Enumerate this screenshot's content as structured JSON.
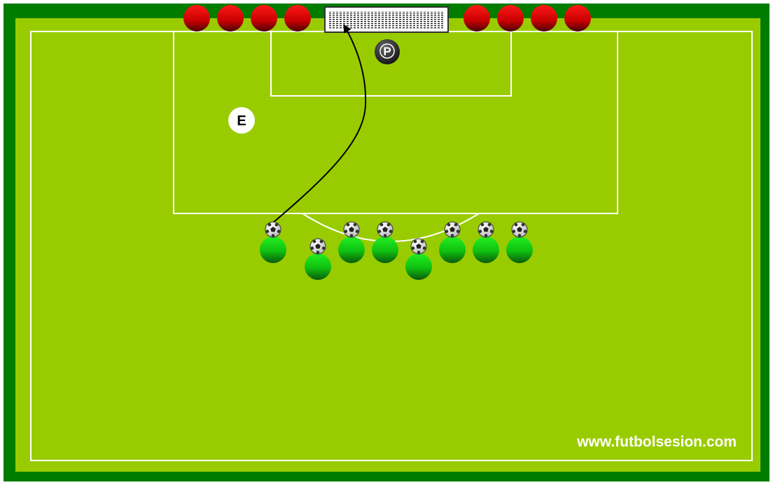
{
  "diagram": {
    "watermark": "www.futbolsesion.com",
    "coach_label": "E",
    "goalkeeper_label": "P"
  },
  "colors": {
    "outer_border": "#007d00",
    "pitch": "#99cc00",
    "lines": "#ffffff",
    "red_cone": "#d40000",
    "green_player": "#11cc11",
    "goalkeeper": "#333333",
    "coach": "#ffffff",
    "arrow": "#000000"
  },
  "icons": {
    "ball": "soccer-ball-icon",
    "cone": "red-disc-icon",
    "player": "green-player-icon",
    "goal": "goal-net-icon"
  }
}
